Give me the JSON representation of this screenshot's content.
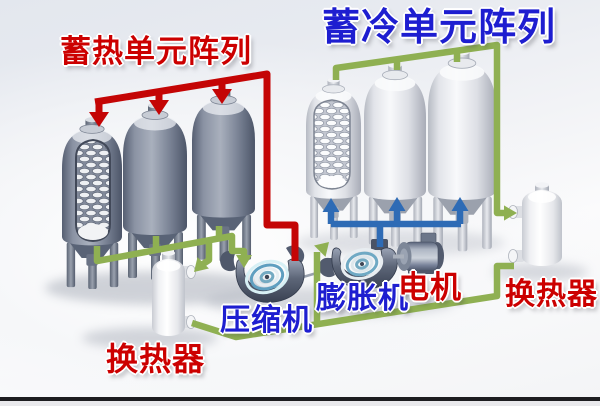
{
  "diagram": {
    "hot_storage": {
      "label": "蓄热单元阵列",
      "tank_count": 3
    },
    "cold_storage": {
      "label": "蓄冷单元阵列",
      "tank_count": 3
    },
    "machines": {
      "compressor": {
        "label": "压缩机"
      },
      "expander": {
        "label": "膨胀机"
      },
      "motor": {
        "label": "电机"
      }
    },
    "heat_exchangers": {
      "left": {
        "label": "换热器"
      },
      "right": {
        "label": "换热器"
      }
    }
  },
  "colors": {
    "pipe_hot": "#c40505",
    "pipe_cold": "#2e6bb5",
    "pipe_return": "#8fb052",
    "label_red": "#cc0000",
    "label_blue": "#1e1ed0",
    "hot_tank_body": "#767f91",
    "cold_tank_body": "#e7e9ee",
    "background": "#edeff3"
  }
}
